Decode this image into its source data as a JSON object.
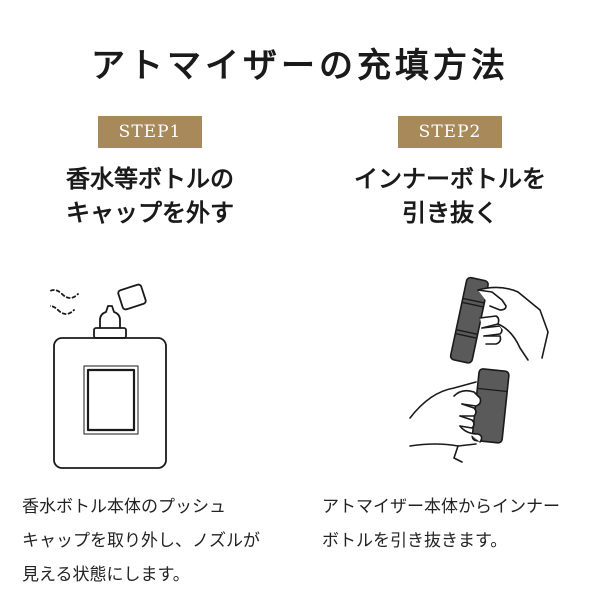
{
  "title": "アトマイザーの充填方法",
  "steps": [
    {
      "badge": "STEP1",
      "heading": [
        "香水等ボトルの",
        "キャップを外す"
      ],
      "description": [
        "香水ボトル本体のプッシュ",
        "キャップを取り外し、ノズルが",
        "見える状態にします。"
      ],
      "icon": "perfume-bottle-icon"
    },
    {
      "badge": "STEP2",
      "heading": [
        "インナーボトルを",
        "引き抜く"
      ],
      "description": [
        "アトマイザー本体からインナー",
        "ボトルを引き抜きます。"
      ],
      "icon": "hands-pulling-bottle-icon"
    }
  ],
  "colors": {
    "badge_bg": "#a8895a",
    "badge_text": "#ffffff",
    "text": "#1a1a1a",
    "bottle_fill": "#5a5a5a"
  }
}
